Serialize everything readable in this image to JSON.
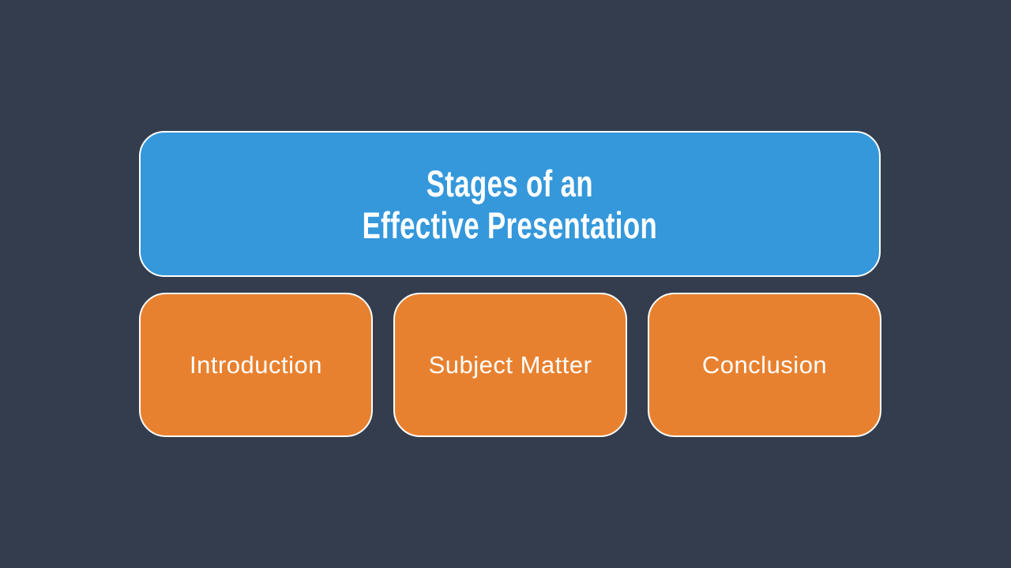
{
  "slide": {
    "title_box": {
      "line1": "Stages of an",
      "line2": "Effective Presentation"
    },
    "stages": [
      {
        "label": "Introduction"
      },
      {
        "label": "Subject Matter"
      },
      {
        "label": "Conclusion"
      }
    ]
  },
  "colors": {
    "background": "#333D4E",
    "title-fill": "#3598DB",
    "stage-fill": "#E8812F",
    "outline": "#FFFFFF",
    "text": "#FFFFFF"
  }
}
